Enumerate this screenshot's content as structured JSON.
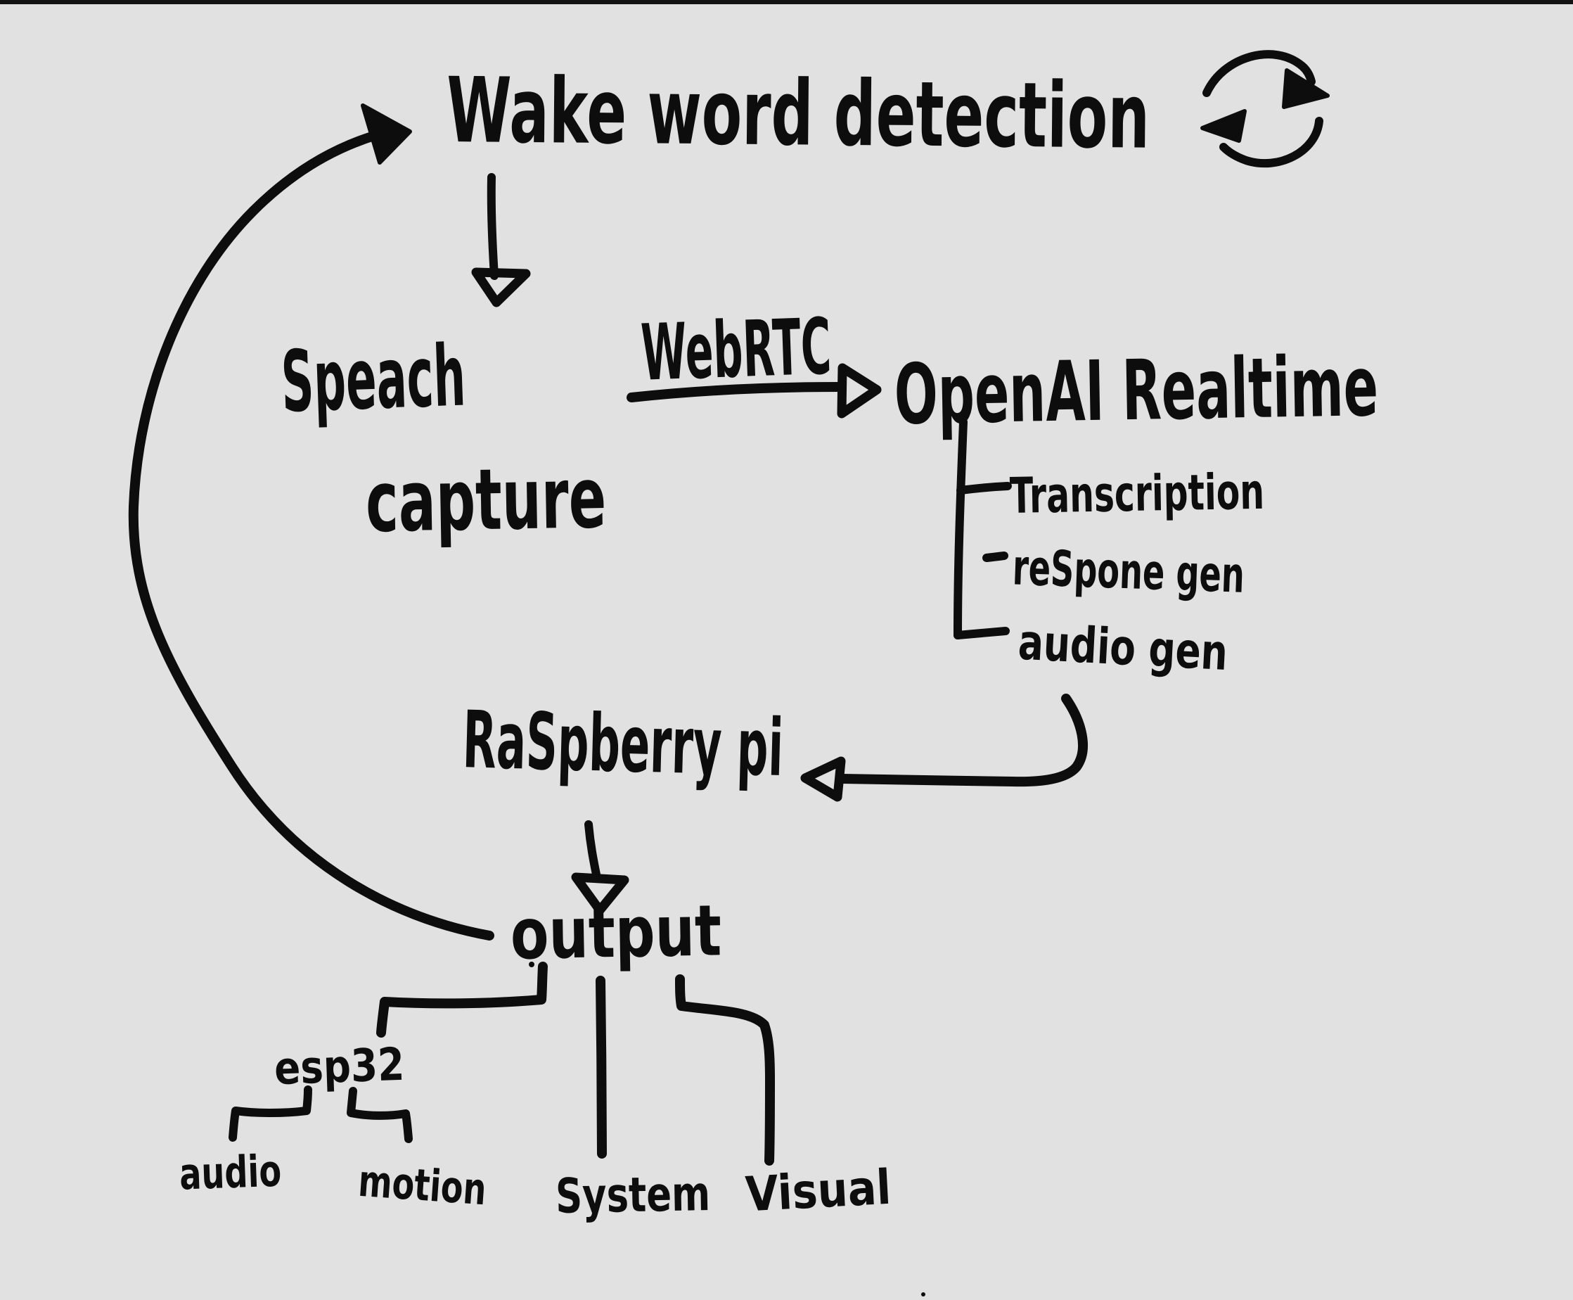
{
  "canvas": {
    "background": "#e1e1e1",
    "ink": "#0d0d0d",
    "top_edge_artifact_color": "#131313",
    "style": "hand-drawn marker sketch flowchart"
  },
  "nodes": {
    "wake_word": {
      "label": "Wake word detection"
    },
    "speech_capture": {
      "line1": "Speach",
      "line2": "capture"
    },
    "openai_realtime": {
      "label": "OpenAI Realtime"
    },
    "openai_children": [
      {
        "label": "Transcription"
      },
      {
        "label": "reSpone gen"
      },
      {
        "label": "audio gen"
      }
    ],
    "raspberry_pi": {
      "label": "RaSpberry pi"
    },
    "output": {
      "label": "output"
    },
    "esp32": {
      "label": "esp32"
    },
    "audio": {
      "label": "audio"
    },
    "motion": {
      "label": "motion"
    },
    "system": {
      "label": "System"
    },
    "visual": {
      "label": "Visual"
    }
  },
  "edge_labels": {
    "webrtc": "WebRTC"
  },
  "icons": {
    "loop_icon": "circular repeat/refresh arrows next to wake word detection"
  },
  "edges": [
    {
      "from": "wake_word",
      "to": "wake_word",
      "style": "self-loop cycle icon"
    },
    {
      "from": "wake_word",
      "to": "speech_capture",
      "style": "straight arrow down, open head"
    },
    {
      "from": "speech_capture",
      "to": "openai_realtime",
      "label": "WebRTC",
      "style": "horizontal arrow, open head"
    },
    {
      "from": "openai_realtime",
      "to": "Transcription",
      "style": "bracket tick"
    },
    {
      "from": "openai_realtime",
      "to": "reSpone gen",
      "style": "bracket tick"
    },
    {
      "from": "openai_realtime",
      "to": "audio gen",
      "style": "bracket tick"
    },
    {
      "from": "audio gen",
      "to": "raspberry_pi",
      "style": "curved arrow left, open head"
    },
    {
      "from": "raspberry_pi",
      "to": "output",
      "style": "straight arrow down, open head"
    },
    {
      "from": "output",
      "to": "wake_word",
      "style": "large curved arrow up the left side, filled head"
    },
    {
      "from": "output",
      "to": "esp32",
      "style": "elbow line"
    },
    {
      "from": "output",
      "to": "system",
      "style": "straight line down"
    },
    {
      "from": "output",
      "to": "visual",
      "style": "elbow line"
    },
    {
      "from": "esp32",
      "to": "audio",
      "style": "elbow line"
    },
    {
      "from": "esp32",
      "to": "motion",
      "style": "elbow line"
    }
  ]
}
